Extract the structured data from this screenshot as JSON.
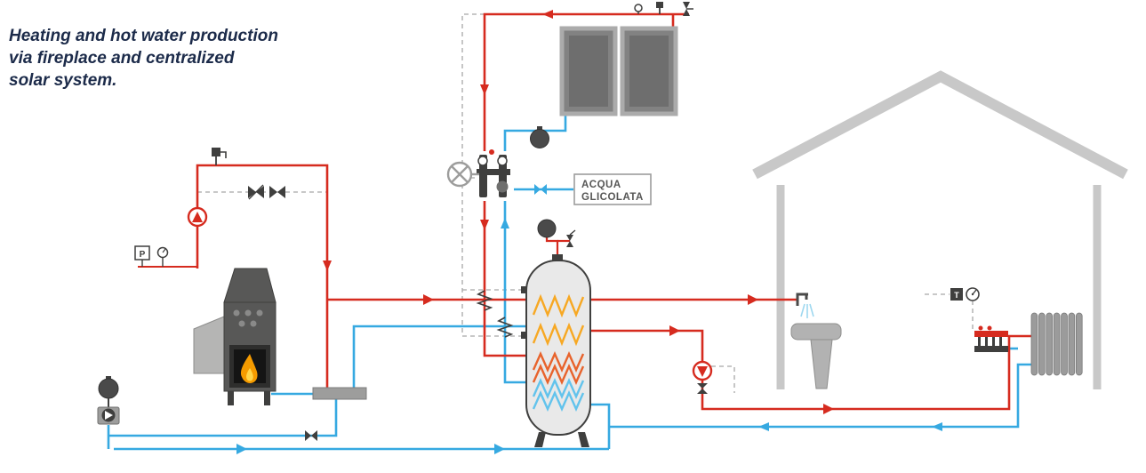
{
  "title": {
    "line1": "Heating and hot water production",
    "line2": "via fireplace and centralized",
    "line3": "solar system."
  },
  "labels": {
    "glycol_line1": "ACQUA",
    "glycol_line2": "GLICOLATA",
    "pressure_gauge": "P",
    "thermostat": "T"
  },
  "colors": {
    "hot_pipe": "#d62b1f",
    "cold_pipe": "#36a9e1",
    "coil_hot": "#f7a823",
    "coil_warm": "#e8632c",
    "coil_cold": "#62c3ec",
    "flame": "#f59b00",
    "flame_core": "#ffd54a",
    "house": "#c8c8c8",
    "metal": "#9d9d9c",
    "dark": "#3f3f3e",
    "dashed": "#a8a8a8",
    "tank_fill": "#e9e9e9",
    "label_text": "#565655",
    "title_text": "#1c2b4a"
  }
}
